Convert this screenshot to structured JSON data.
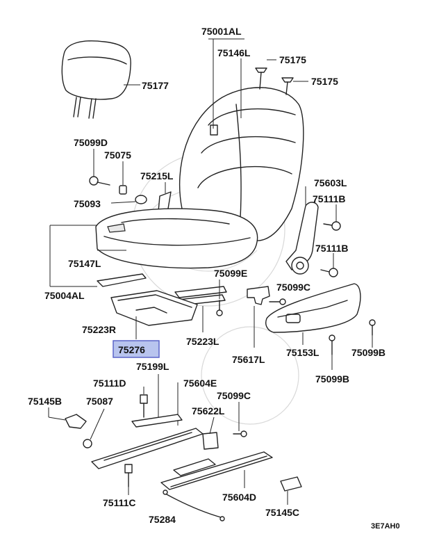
{
  "diagram_code": "3E7AH0",
  "highlighted_part": "75276",
  "labels": {
    "p75001AL": "75001AL",
    "p75146L": "75146L",
    "p75175a": "75175",
    "p75175b": "75175",
    "p75177": "75177",
    "p75099D": "75099D",
    "p75075": "75075",
    "p75215L": "75215L",
    "p75603L": "75603L",
    "p75111Ba": "75111B",
    "p75093": "75093",
    "p75111Bb": "75111B",
    "p75147L": "75147L",
    "p75099E": "75099E",
    "p75004AL": "75004AL",
    "p75099C_a": "75099C",
    "p75223R": "75223R",
    "p75223L": "75223L",
    "p75276": "75276",
    "p75617L": "75617L",
    "p75153L": "75153L",
    "p75099B_a": "75099B",
    "p75199L": "75199L",
    "p75099B_b": "75099B",
    "p75111D": "75111D",
    "p75604E": "75604E",
    "p75145B": "75145B",
    "p75087": "75087",
    "p75099C_b": "75099C",
    "p75622L": "75622L",
    "p75111C": "75111C",
    "p75604D": "75604D",
    "p75284": "75284",
    "p75145C": "75145C"
  }
}
